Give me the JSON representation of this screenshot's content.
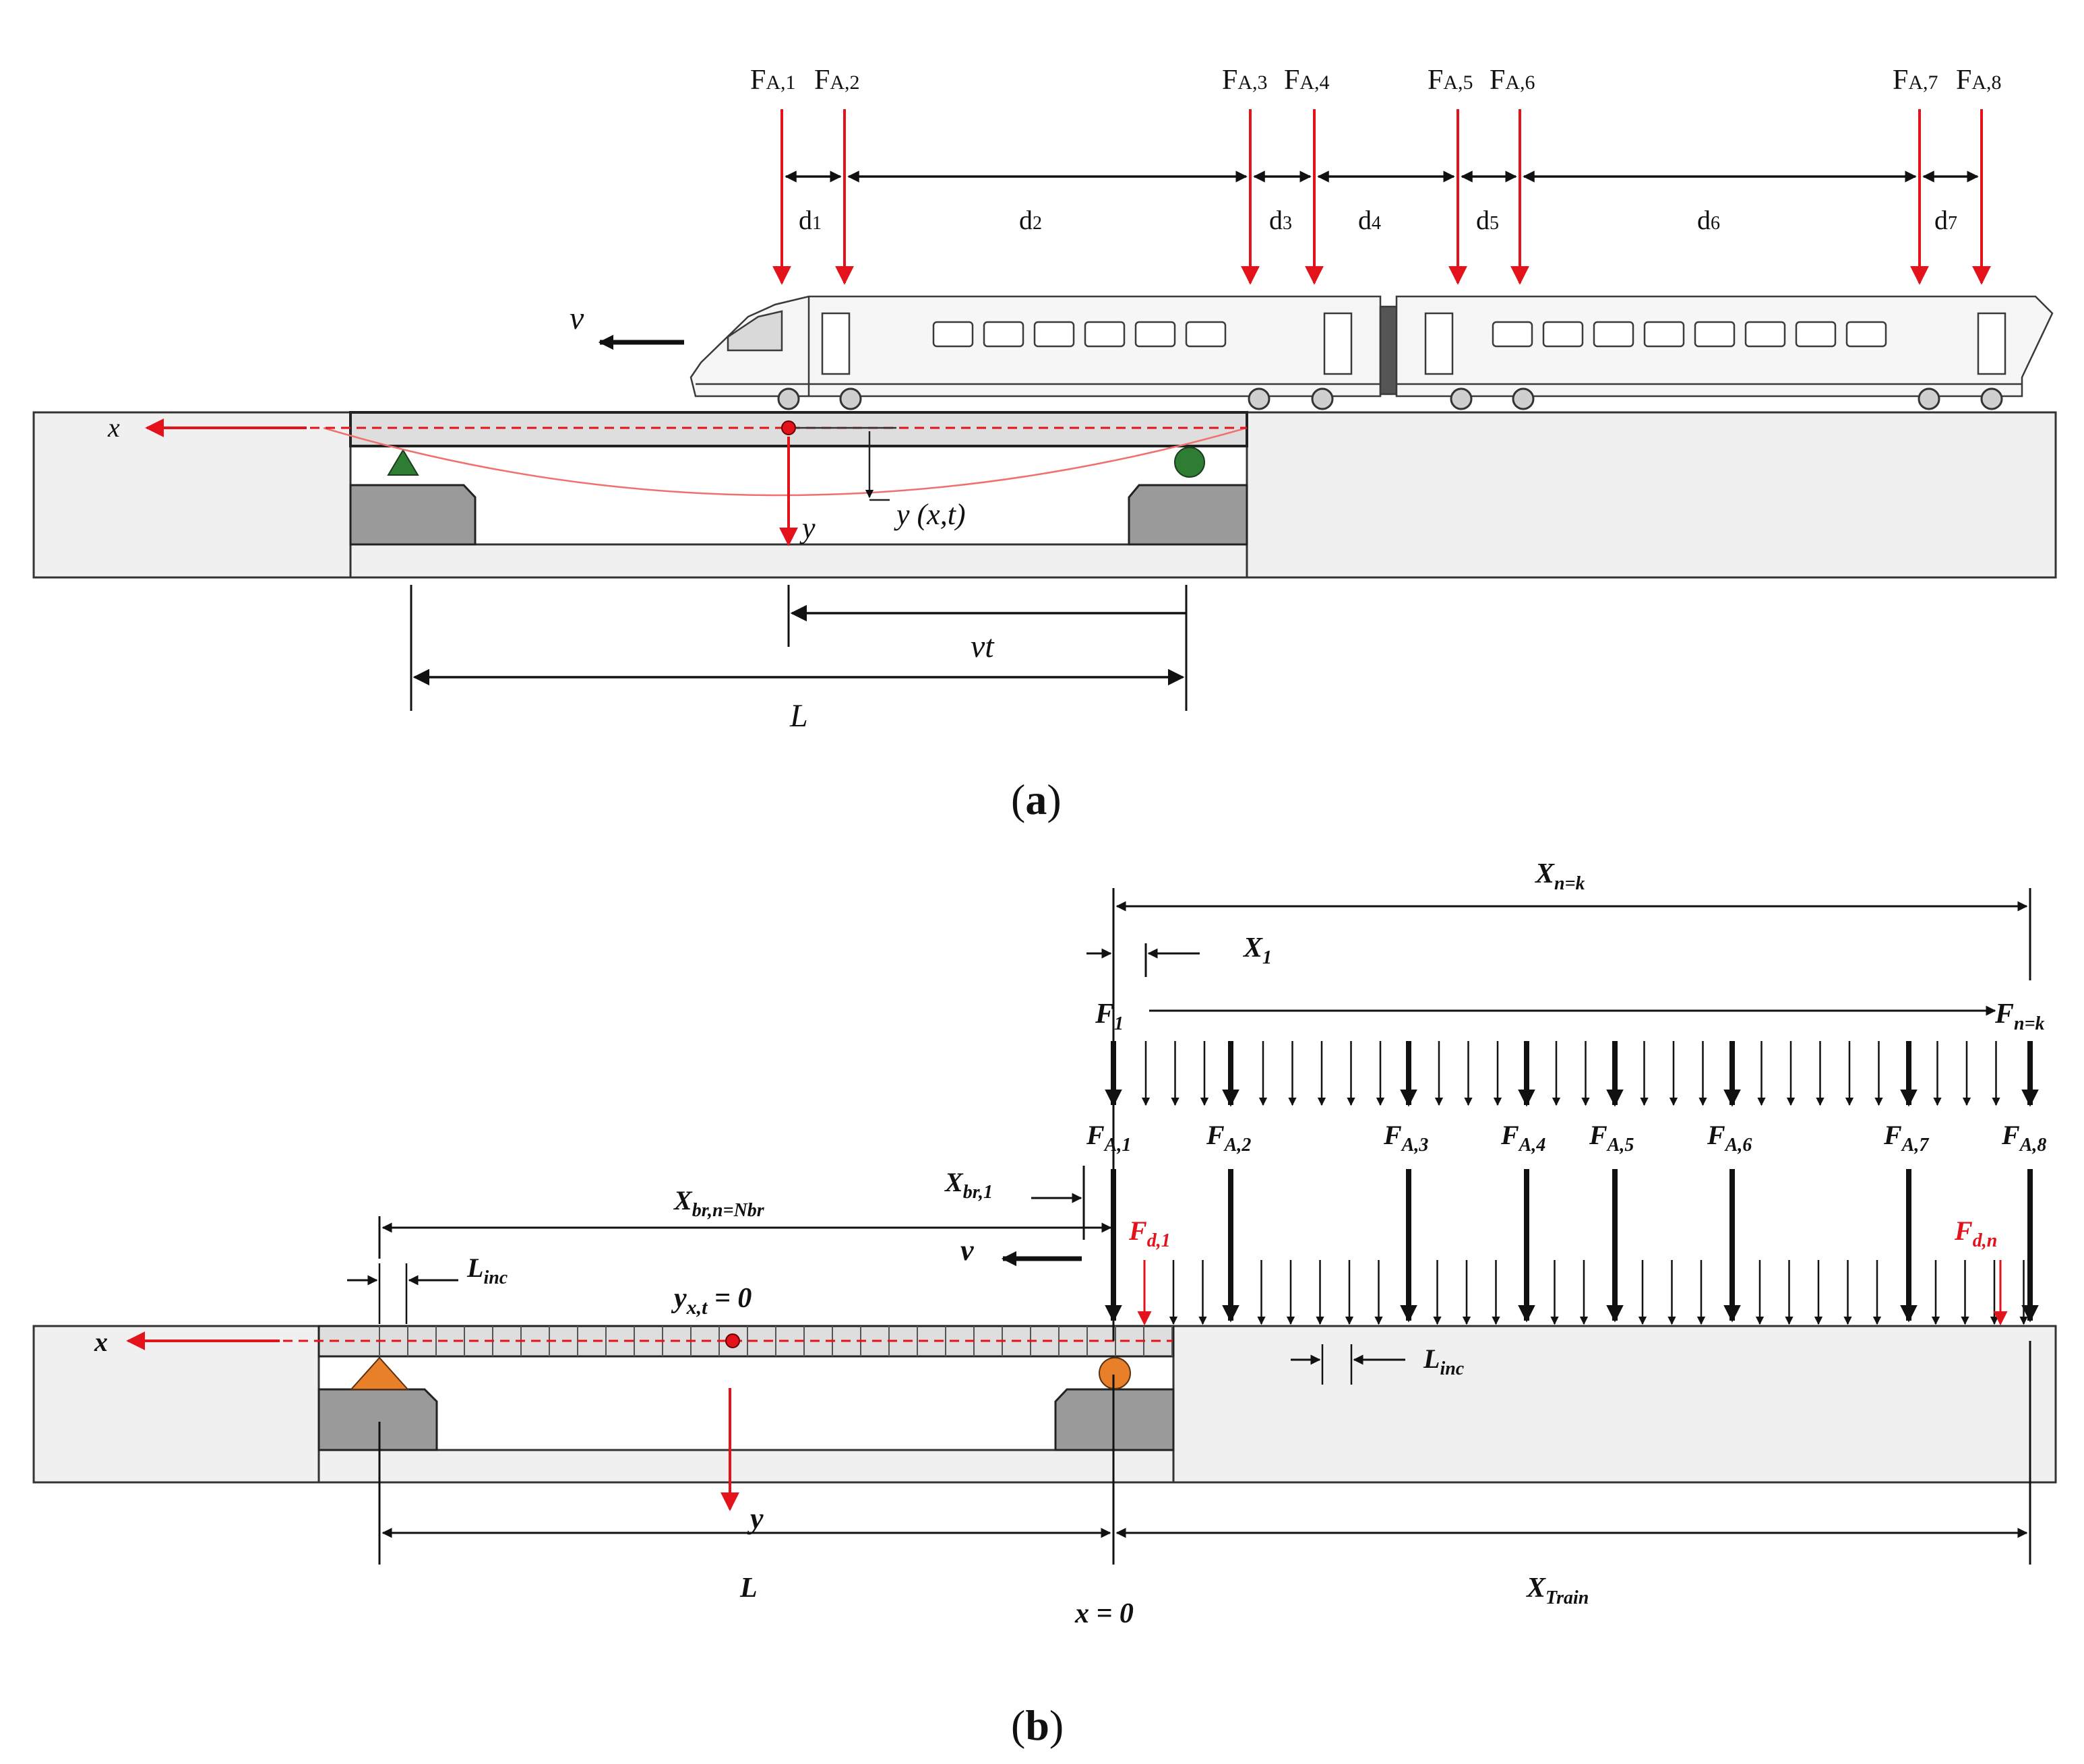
{
  "panel_a": {
    "caption_open": "(",
    "caption_letter": "a",
    "caption_close": ")",
    "axle_loads": [
      {
        "main": "F",
        "sub": "A,1"
      },
      {
        "main": "F",
        "sub": "A,2"
      },
      {
        "main": "F",
        "sub": "A,3"
      },
      {
        "main": "F",
        "sub": "A,4"
      },
      {
        "main": "F",
        "sub": "A,5"
      },
      {
        "main": "F",
        "sub": "A,6"
      },
      {
        "main": "F",
        "sub": "A,7"
      },
      {
        "main": "F",
        "sub": "A,8"
      }
    ],
    "spacings": [
      {
        "main": "d",
        "sub": "1"
      },
      {
        "main": "d",
        "sub": "2"
      },
      {
        "main": "d",
        "sub": "3"
      },
      {
        "main": "d",
        "sub": "4"
      },
      {
        "main": "d",
        "sub": "5"
      },
      {
        "main": "d",
        "sub": "6"
      },
      {
        "main": "d",
        "sub": "7"
      }
    ],
    "velocity": "v",
    "x_axis": "x",
    "y_axis": "y",
    "deflection": "y (x,t)",
    "travel": "vt",
    "span": "L"
  },
  "panel_b": {
    "caption_open": "(",
    "caption_letter": "b",
    "caption_close": ")",
    "x_nk": {
      "main": "X",
      "sub": "n=k"
    },
    "x_1": {
      "main": "X",
      "sub": "1"
    },
    "f_1": {
      "main": "F",
      "sub": "1"
    },
    "f_nk": {
      "main": "F",
      "sub": "n=k"
    },
    "axle_loads": [
      {
        "main": "F",
        "sub": "A,1"
      },
      {
        "main": "F",
        "sub": "A,2"
      },
      {
        "main": "F",
        "sub": "A,3"
      },
      {
        "main": "F",
        "sub": "A,4"
      },
      {
        "main": "F",
        "sub": "A,5"
      },
      {
        "main": "F",
        "sub": "A,6"
      },
      {
        "main": "F",
        "sub": "A,7"
      },
      {
        "main": "F",
        "sub": "A,8"
      }
    ],
    "x_br_1": {
      "main": "X",
      "sub": "br,1"
    },
    "x_br_n": {
      "main": "X",
      "sub": "br,n=Nbr"
    },
    "f_d1": {
      "main": "F",
      "sub": "d,1"
    },
    "f_dn": {
      "main": "F",
      "sub": "d,n"
    },
    "velocity": "v",
    "l_inc_left": {
      "main": "L",
      "sub": "inc"
    },
    "l_inc_right": {
      "main": "L",
      "sub": "inc"
    },
    "y_zero": {
      "main": "y",
      "sub": "x,t",
      "rest": " = 0"
    },
    "x_axis": "x",
    "y_axis": "y",
    "span": "L",
    "origin": "x = 0",
    "x_train": {
      "main": "X",
      "sub": "Train"
    }
  },
  "colors": {
    "load_red": "#e3121b",
    "black": "#111111",
    "ground": "#f0f0f0",
    "pier": "#9a9a9a",
    "green_support": "#2e7d32",
    "orange_support": "#e8802a",
    "beam_grey": "#dedede"
  },
  "icons": [
    "train-icon",
    "pin-support-icon",
    "roller-support-icon",
    "arrow-icon"
  ]
}
